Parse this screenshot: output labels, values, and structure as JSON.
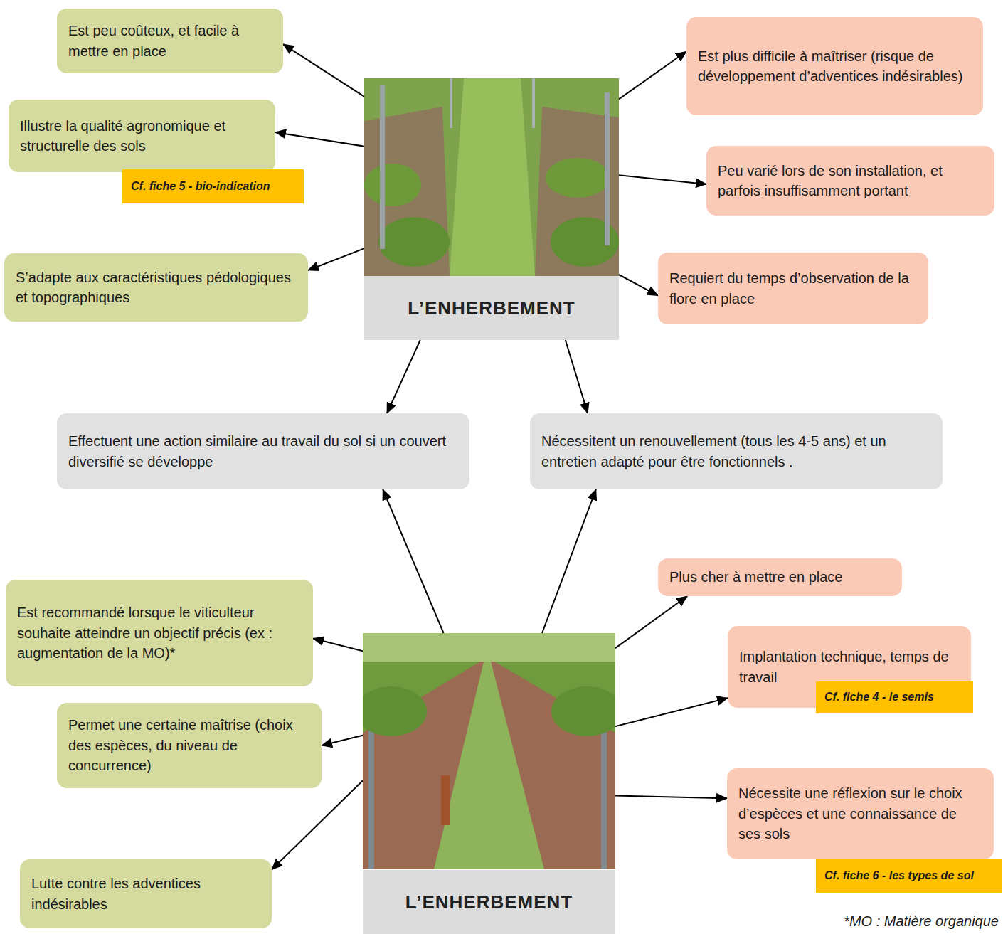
{
  "diagram": {
    "nodes": [
      {
        "text": [
          "Est peu coûteux, et facile à mettre en place"
        ]
      },
      {
        "text": [
          "Illustre la qualité agronomique et structurelle des sols"
        ]
      },
      {
        "text": [
          "Cf. fiche 5 - bio-indication"
        ]
      },
      {
        "text": [
          "S’adapte aux caractéristiques pédologiques et topographiques"
        ]
      },
      {
        "text": [
          "L’ENHERBEMENT"
        ]
      },
      {
        "text": [
          "Est plus difficile à maîtriser (risque de développement d’adventices indésirables)"
        ]
      },
      {
        "text": [
          "Peu varié lors de son installation, et parfois insuffisamment portant"
        ]
      },
      {
        "text": [
          "Requiert du temps d’observation de la flore en place"
        ]
      },
      {
        "text": [
          "Effectuent une action similaire au travail du sol si un couvert diversifié se développe"
        ]
      },
      {
        "text": [
          "Nécessitent un renouvellement (tous les 4-5 ans) et un entretien adapté pour être fonctionnels ."
        ]
      },
      {
        "text": [
          "Est recommandé lorsque le viticulteur souhaite atteindre un objectif précis (ex : augmentation de la MO)*"
        ]
      },
      {
        "text": [
          "Permet une certaine maîtrise (choix des espèces, du niveau de concurrence)"
        ]
      },
      {
        "text": [
          "Lutte contre les adventices indésirables"
        ]
      },
      {
        "text": [
          "L’ENHERBEMENT"
        ]
      },
      {
        "text": [
          "Plus cher à mettre en place"
        ]
      },
      {
        "text": [
          "Implantation technique, temps de travail"
        ]
      },
      {
        "text": [
          "Cf. fiche 4 - le semis"
        ]
      },
      {
        "text": [
          "Nécessite une réflexion sur le choix d’espèces et une connaissance de ses sols"
        ]
      },
      {
        "text": [
          "Cf. fiche 6 - les types de sol"
        ]
      }
    ],
    "edges": [
      {
        "from": 4,
        "to": 0,
        "arrow": "to"
      },
      {
        "from": 4,
        "to": 1,
        "arrow": "to"
      },
      {
        "from": 4,
        "to": 3,
        "arrow": "to"
      },
      {
        "from": 4,
        "to": 5,
        "arrow": "to"
      },
      {
        "from": 4,
        "to": 6,
        "arrow": "to"
      },
      {
        "from": 4,
        "to": 7,
        "arrow": "to"
      },
      {
        "from": 4,
        "to": 8,
        "arrow": "to"
      },
      {
        "from": 4,
        "to": 9,
        "arrow": "to"
      },
      {
        "from": 13,
        "to": 8,
        "arrow": "to"
      },
      {
        "from": 13,
        "to": 9,
        "arrow": "to"
      },
      {
        "from": 13,
        "to": 10,
        "arrow": "to"
      },
      {
        "from": 13,
        "to": 11,
        "arrow": "to"
      },
      {
        "from": 13,
        "to": 12,
        "arrow": "to"
      },
      {
        "from": 13,
        "to": 14,
        "arrow": "to"
      },
      {
        "from": 13,
        "to": 15,
        "arrow": "to"
      },
      {
        "from": 13,
        "to": 17,
        "arrow": "to"
      }
    ],
    "labels": [
      "*MO : Matière organique"
    ]
  }
}
